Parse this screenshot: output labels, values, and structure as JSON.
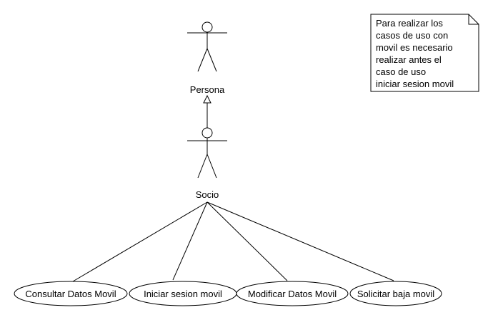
{
  "diagram": {
    "type": "use-case",
    "actors": [
      {
        "id": "persona",
        "name": "Persona"
      },
      {
        "id": "socio",
        "name": "Socio"
      }
    ],
    "generalizations": [
      {
        "child": "socio",
        "parent": "persona"
      }
    ],
    "use_cases": [
      {
        "label": "Consultar Datos Movil"
      },
      {
        "label": "Iniciar sesion movil"
      },
      {
        "label": "Modificar Datos Movil"
      },
      {
        "label": "Solicitar baja movil"
      }
    ],
    "associations": [
      {
        "actor": "socio",
        "use_case": "Consultar Datos Movil"
      },
      {
        "actor": "socio",
        "use_case": "Iniciar sesion movil"
      },
      {
        "actor": "socio",
        "use_case": "Modificar Datos Movil"
      },
      {
        "actor": "socio",
        "use_case": "Solicitar baja movil"
      }
    ],
    "note": {
      "lines": [
        "Para realizar los",
        "casos de uso con",
        "movil es necesario",
        "realizar antes el",
        "caso de uso",
        "iniciar sesion movil"
      ]
    }
  }
}
